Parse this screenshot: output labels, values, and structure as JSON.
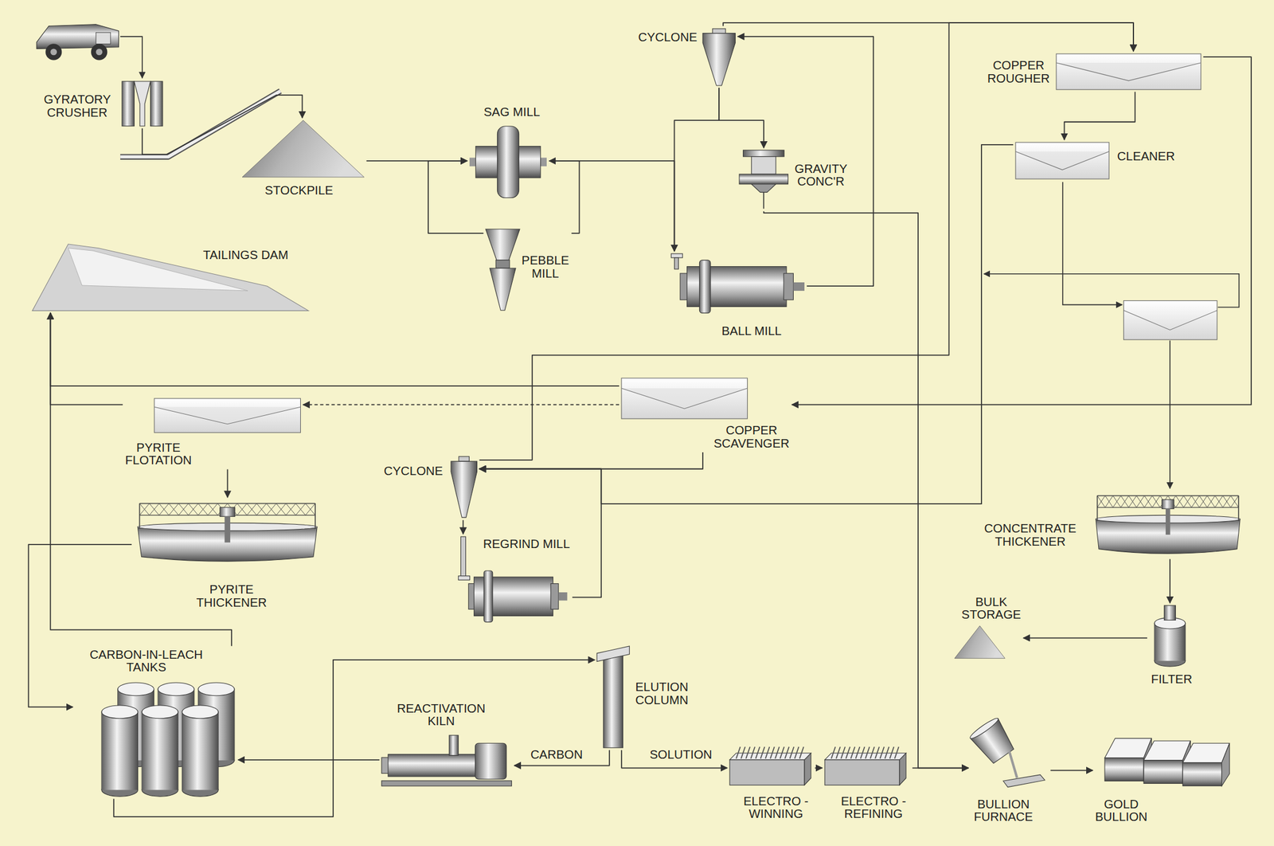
{
  "diagram": {
    "nodes": [
      {
        "text": [
          "GYRATORY CRUSHER"
        ]
      },
      {
        "text": [
          "STOCKPILE"
        ]
      },
      {
        "text": [
          "SAG MILL"
        ]
      },
      {
        "text": [
          "PEBBLE MILL"
        ]
      },
      {
        "text": [
          "CYCLONE"
        ]
      },
      {
        "text": [
          "GRAVITY CONC'R"
        ]
      },
      {
        "text": [
          "BALL MILL"
        ]
      },
      {
        "text": [
          "COPPER ROUGHER"
        ]
      },
      {
        "text": [
          "CLEANER"
        ]
      },
      {
        "text": [
          "TAILINGS DAM"
        ]
      },
      {
        "text": [
          "PYRITE FLOTATION"
        ]
      },
      {
        "text": [
          "COPPER SCAVENGER"
        ]
      },
      {
        "text": [
          "CYCLONE"
        ]
      },
      {
        "text": [
          "REGRIND MILL"
        ]
      },
      {
        "text": [
          "PYRITE THICKENER"
        ]
      },
      {
        "text": [
          "CONCENTRATE THICKENER"
        ]
      },
      {
        "text": [
          "CARBON-IN-LEACH TANKS"
        ]
      },
      {
        "text": [
          "REACTIVATION KILN"
        ]
      },
      {
        "text": [
          "ELUTION COLUMN"
        ]
      },
      {
        "text": [
          "ELECTRO -WINNING"
        ]
      },
      {
        "text": [
          "ELECTRO -REFINING"
        ]
      },
      {
        "text": [
          "BULLION FURNACE"
        ]
      },
      {
        "text": [
          "GOLD BULLION"
        ]
      },
      {
        "text": [
          "BULK STORAGE"
        ]
      },
      {
        "text": [
          "FILTER"
        ]
      }
    ],
    "edges": [
      {
        "from": 0,
        "to": 1,
        "arrow": "to"
      },
      {
        "from": 1,
        "to": 2,
        "arrow": "to"
      },
      {
        "from": 3,
        "to": 2,
        "arrow": "to"
      },
      {
        "from": 3,
        "to": 2,
        "arrow": "to"
      },
      {
        "from": 2,
        "to": 6,
        "arrow": "to"
      },
      {
        "from": 4,
        "to": 5,
        "arrow": "to"
      },
      {
        "from": 4,
        "to": 6,
        "arrow": "to"
      },
      {
        "from": 6,
        "to": 4,
        "arrow": "to"
      },
      {
        "from": 4,
        "to": 7,
        "arrow": "to"
      },
      {
        "from": 12,
        "to": 7,
        "arrow": "to"
      },
      {
        "from": 7,
        "to": 8,
        "arrow": "to"
      },
      {
        "from": 7,
        "to": 11,
        "arrow": "to"
      },
      {
        "from": 8,
        "to": 12,
        "arrow": "to"
      },
      {
        "from": 11,
        "to": 12,
        "arrow": "to"
      },
      {
        "from": 11,
        "to": 9,
        "arrow": "to"
      },
      {
        "from": 10,
        "to": 9,
        "arrow": "to"
      },
      {
        "from": 11,
        "to": 10,
        "arrow": "to"
      },
      {
        "from": 12,
        "to": 13,
        "arrow": "to"
      },
      {
        "from": 13,
        "to": 12,
        "arrow": "to"
      },
      {
        "from": 10,
        "to": 14,
        "arrow": "to"
      },
      {
        "from": 14,
        "to": 16,
        "arrow": "to"
      },
      {
        "from": 16,
        "to": 9,
        "arrow": "to"
      },
      {
        "from": 16,
        "to": 18,
        "arrow": "to"
      },
      {
        "from": 18,
        "to": 17,
        "label": "CARBON",
        "arrow": "to"
      },
      {
        "from": 17,
        "to": 16,
        "arrow": "to"
      },
      {
        "from": 18,
        "to": 19,
        "label": "SOLUTION",
        "arrow": "to"
      },
      {
        "from": 19,
        "to": 20,
        "arrow": "to"
      },
      {
        "from": 20,
        "to": 21,
        "arrow": "to"
      },
      {
        "from": 5,
        "to": 21,
        "arrow": "to"
      },
      {
        "from": 21,
        "to": 22,
        "arrow": "to"
      },
      {
        "from": 15,
        "to": 24,
        "arrow": "to"
      },
      {
        "from": 24,
        "to": 23,
        "arrow": "to"
      }
    ]
  }
}
